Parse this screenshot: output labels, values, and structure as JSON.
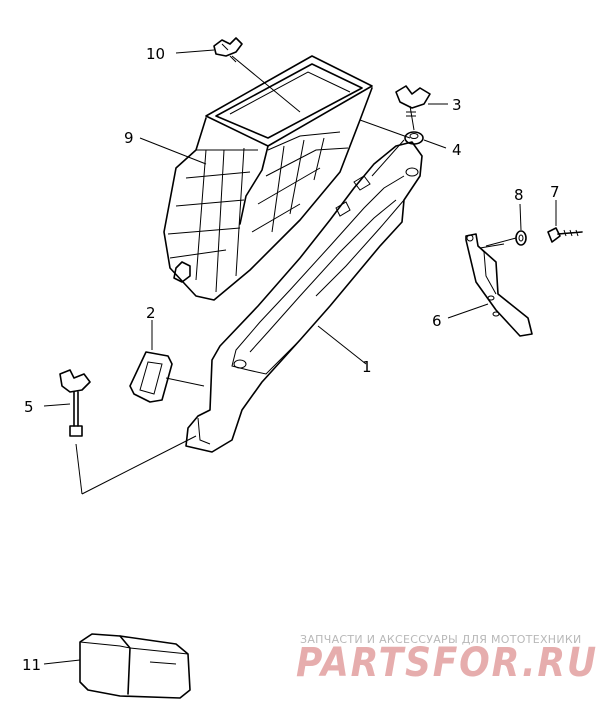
{
  "diagram": {
    "callouts": {
      "p1": "1",
      "p2": "2",
      "p3": "3",
      "p4": "4",
      "p5": "5",
      "p6": "6",
      "p7": "7",
      "p8": "8",
      "p9": "9",
      "p10": "10",
      "p11": "11"
    }
  },
  "watermark": {
    "tagline": "ЗАПЧАСТИ И АКСЕССУАРЫ ДЛЯ МОТОТЕХНИКИ",
    "brand": "PARTSFOR.RU",
    "brand_color": "#d36b6b"
  }
}
